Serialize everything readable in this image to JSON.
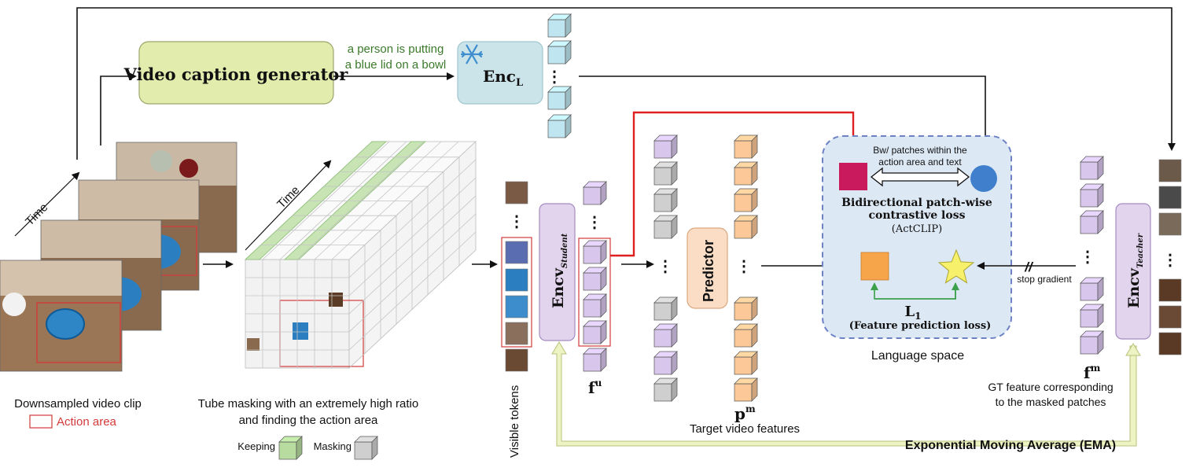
{
  "captioner": {
    "title": "Video caption generator",
    "caption_line1": "a person is putting",
    "caption_line2": "a blue lid on a bowl"
  },
  "text_encoder": {
    "label": "Enc",
    "subscript": "L",
    "frozen_icon": "snowflake-icon"
  },
  "clip_panel": {
    "time_label": "Time",
    "caption": "Downsampled video clip",
    "legend_label": "Action area"
  },
  "tube_panel": {
    "time_label": "Time",
    "caption_line1": "Tube masking with an extremely high ratio",
    "caption_line2": "and finding the action area",
    "legend_keep": "Keeping",
    "legend_mask": "Masking"
  },
  "visible_tokens": {
    "label": "Visible tokens"
  },
  "student": {
    "label": "Encv",
    "subscript": "Student"
  },
  "teacher": {
    "label": "Encv",
    "subscript": "Teacher"
  },
  "student_features": {
    "label": "f",
    "superscript": "u"
  },
  "predictor": {
    "label": "Predictor"
  },
  "predicted_features": {
    "label": "p",
    "superscript": "m"
  },
  "target_caption": "Target video features",
  "gt_features": {
    "label": "f",
    "superscript": "m",
    "caption_line1": "GT feature corresponding",
    "caption_line2": "to the masked patches"
  },
  "language_space": {
    "label": "Language space",
    "bw_line1": "Bw/ patches within the",
    "bw_line2": "action area and text",
    "contrastive_line1": "Bidirectional patch-wise",
    "contrastive_line2": "contrastive loss",
    "contrastive_line3": "(ActCLIP)",
    "l1_label": "L",
    "l1_subscript": "1",
    "l1_caption": "(Feature prediction loss)"
  },
  "stop_gradient": {
    "mark": "//",
    "label": "stop gradient"
  },
  "ema": {
    "label": "Exponential Moving Average (EMA)"
  },
  "ellipsis": "⋮",
  "colors": {
    "caption_box": "#e2ecac",
    "text_encoder_box": "#cbe4ea",
    "encoder_box": "#e3d4ee",
    "predictor_box": "#fbdcc4",
    "language_space_bg": "#dde8f5",
    "language_space_border": "#6d82c4",
    "cube_blue": "#bfe6f0",
    "cube_purple": "#d8c6ec",
    "cube_gray": "#cfcfcf",
    "cube_orange": "#fcc898",
    "caption_text": "#3a7a2a",
    "action_area": "#d33a3a",
    "red_arrow": "#e02020",
    "contrast_square": "#c81a5c",
    "contrast_circle": "#3f7fcb",
    "l1_square": "#f7a54b",
    "l1_star": "#f7f06a",
    "l1_arrow": "#3aa04a",
    "ema_arrow": "#eef3c4"
  }
}
